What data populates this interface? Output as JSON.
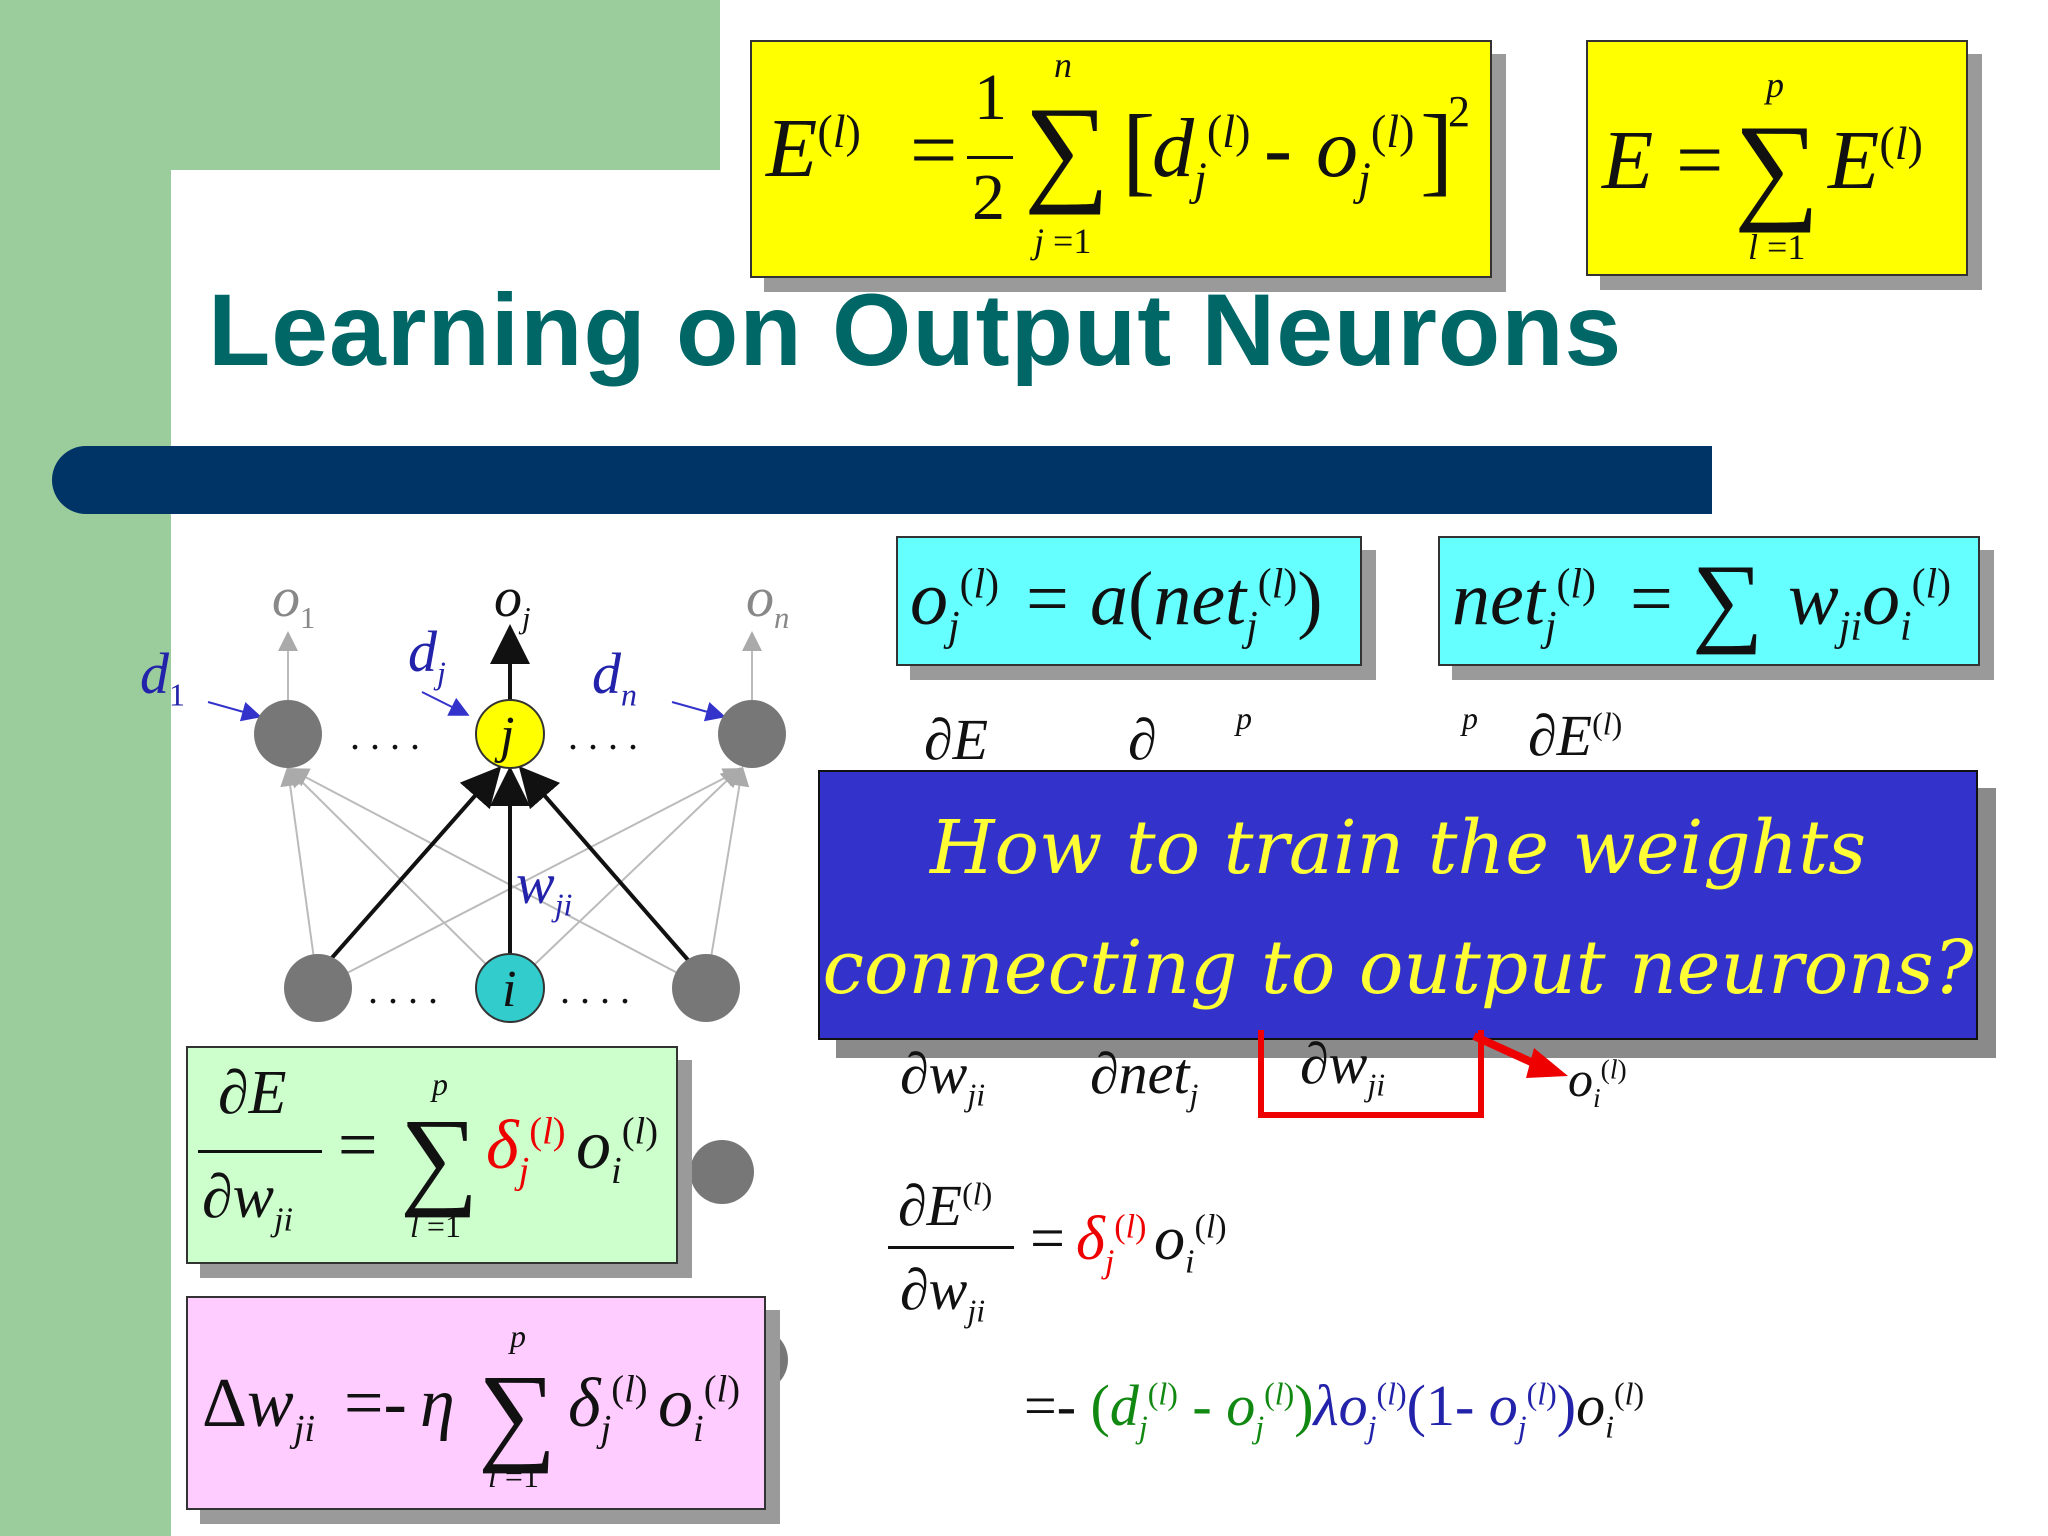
{
  "slide": {
    "title": "Learning on Output Neurons",
    "question_line1": "How to train the weights",
    "question_line2": "connecting to output neurons?"
  },
  "network": {
    "outputs": [
      "o1",
      "oj",
      "on"
    ],
    "desired": [
      "d1",
      "dj",
      "dn"
    ],
    "output_node_label": "j",
    "input_node_label": "i",
    "weight_label": "wji",
    "dots": ". . . ."
  },
  "equations": {
    "error_pattern": "E(l) = 1/2 Σ_{j=1}^{n} [d_j(l) - o_j(l)]^2",
    "error_total": "E = Σ_{l=1}^{p} E(l)",
    "output": "o_j(l) = a(net_j(l))",
    "net": "net_j(l) = Σ w_ji o_i(l)",
    "gradient_total": "∂E/∂w_ji = Σ_{l=1}^{p} δ_j(l) o_i(l)",
    "update": "Δw_ji = -η Σ_{l=1}^{p} δ_j(l) o_i(l)",
    "gradient_pattern": "∂E(l)/∂w_ji = δ_j(l) o_i(l)",
    "delta_expansion": "= -(d_j(l) - o_j(l)) λ o_j(l) (1 - o_j(l)) o_i(l)"
  },
  "colors": {
    "background_green": "#9bcc9b",
    "title": "#006666",
    "bar": "#003366",
    "question_box": "#3333cc",
    "question_text": "#ffff33",
    "delta_red": "#ee0000"
  }
}
